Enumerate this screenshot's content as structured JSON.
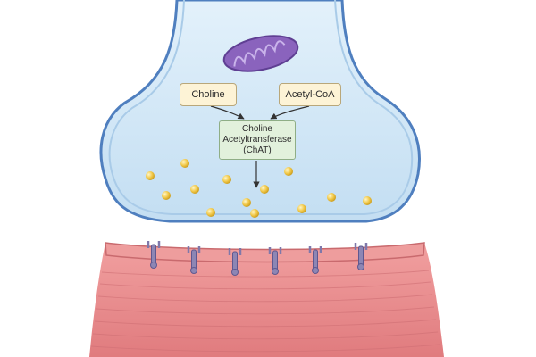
{
  "diagram": {
    "nodes": {
      "choline": "Choline",
      "acetyl_coa": "Acetyl-CoA",
      "enzyme": "Choline\nAcetyltransferase\n(ChAT)"
    },
    "edges": [
      {
        "from": "choline",
        "to": "enzyme"
      },
      {
        "from": "acetyl_coa",
        "to": "enzyme"
      },
      {
        "from": "enzyme",
        "to": "vesicles"
      }
    ]
  },
  "colors": {
    "terminal_fill": "#cfe6f5",
    "terminal_outline": "#4f7fbf",
    "mitochondrion": "#8a63bd",
    "vesicle": "#f0c640",
    "muscle": "#e58a8a",
    "receptor": "#8d86b4"
  }
}
